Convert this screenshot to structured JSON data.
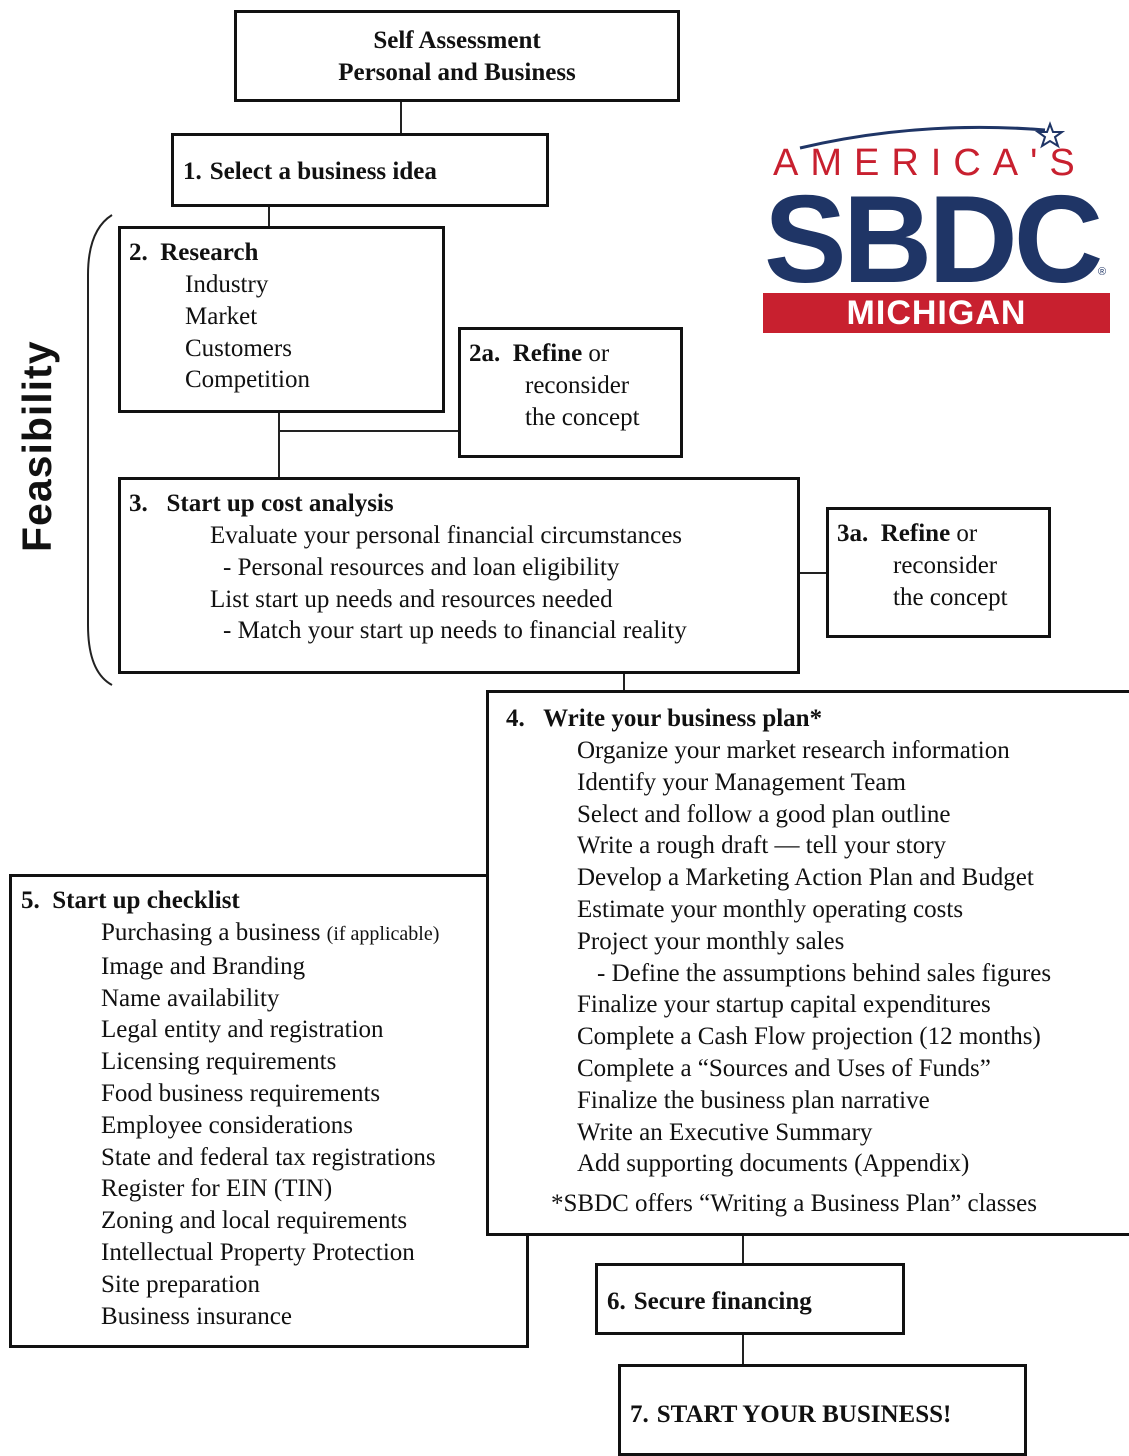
{
  "side_label": "Feasibility",
  "logo": {
    "line1": "AMERICA'S",
    "main": "SBDC",
    "bar": "MICHIGAN",
    "brand_red": "#c8202f",
    "brand_blue": "#1f3566"
  },
  "self_assessment": {
    "line1": "Self Assessment",
    "line2": "Personal and Business"
  },
  "step1": {
    "num": "1.",
    "title": "Select a business idea"
  },
  "step2": {
    "num": "2.",
    "title": "Research",
    "items": [
      "Industry",
      "Market",
      "Customers",
      "Competition"
    ]
  },
  "step2a": {
    "num": "2a.",
    "title": "Refine",
    "or": " or",
    "line2": "reconsider",
    "line3": "the concept"
  },
  "step3": {
    "num": "3.",
    "title": "Start up cost analysis",
    "items": [
      "Evaluate your personal financial circumstances",
      "- Personal resources and loan eligibility",
      "List start up needs and resources needed",
      "- Match your start up needs to financial reality"
    ]
  },
  "step3a": {
    "num": "3a.",
    "title": "Refine",
    "or": " or",
    "line2": "reconsider",
    "line3": "the concept"
  },
  "step4": {
    "num": "4.",
    "title": "Write your business plan*",
    "items": [
      "Organize your market research information",
      "Identify your Management Team",
      "Select and follow a good plan outline",
      "Write a rough draft — tell your story",
      "Develop a Marketing Action Plan and Budget",
      "Estimate your monthly operating costs",
      "Project your monthly sales",
      "- Define the assumptions behind sales figures",
      "Finalize your startup capital expenditures",
      "Complete a Cash Flow projection (12 months)",
      "Complete a “Sources and Uses of Funds”",
      "Finalize the business plan narrative",
      "Write an Executive Summary",
      "Add supporting documents (Appendix)"
    ],
    "note": "*SBDC offers “Writing a Business Plan” classes"
  },
  "step5": {
    "num": "5.",
    "title": "Start up checklist",
    "first_item": "Purchasing a business",
    "first_item_note": "(if applicable)",
    "items": [
      "Image and Branding",
      "Name availability",
      "Legal entity and registration",
      "Licensing requirements",
      "Food business requirements",
      "Employee considerations",
      "State and federal tax registrations",
      "Register for EIN (TIN)",
      "Zoning and local requirements",
      "Intellectual Property Protection",
      "Site preparation",
      "Business insurance"
    ]
  },
  "step6": {
    "num": "6.",
    "title": "Secure financing"
  },
  "step7": {
    "num": "7.",
    "title": "START YOUR BUSINESS!"
  }
}
